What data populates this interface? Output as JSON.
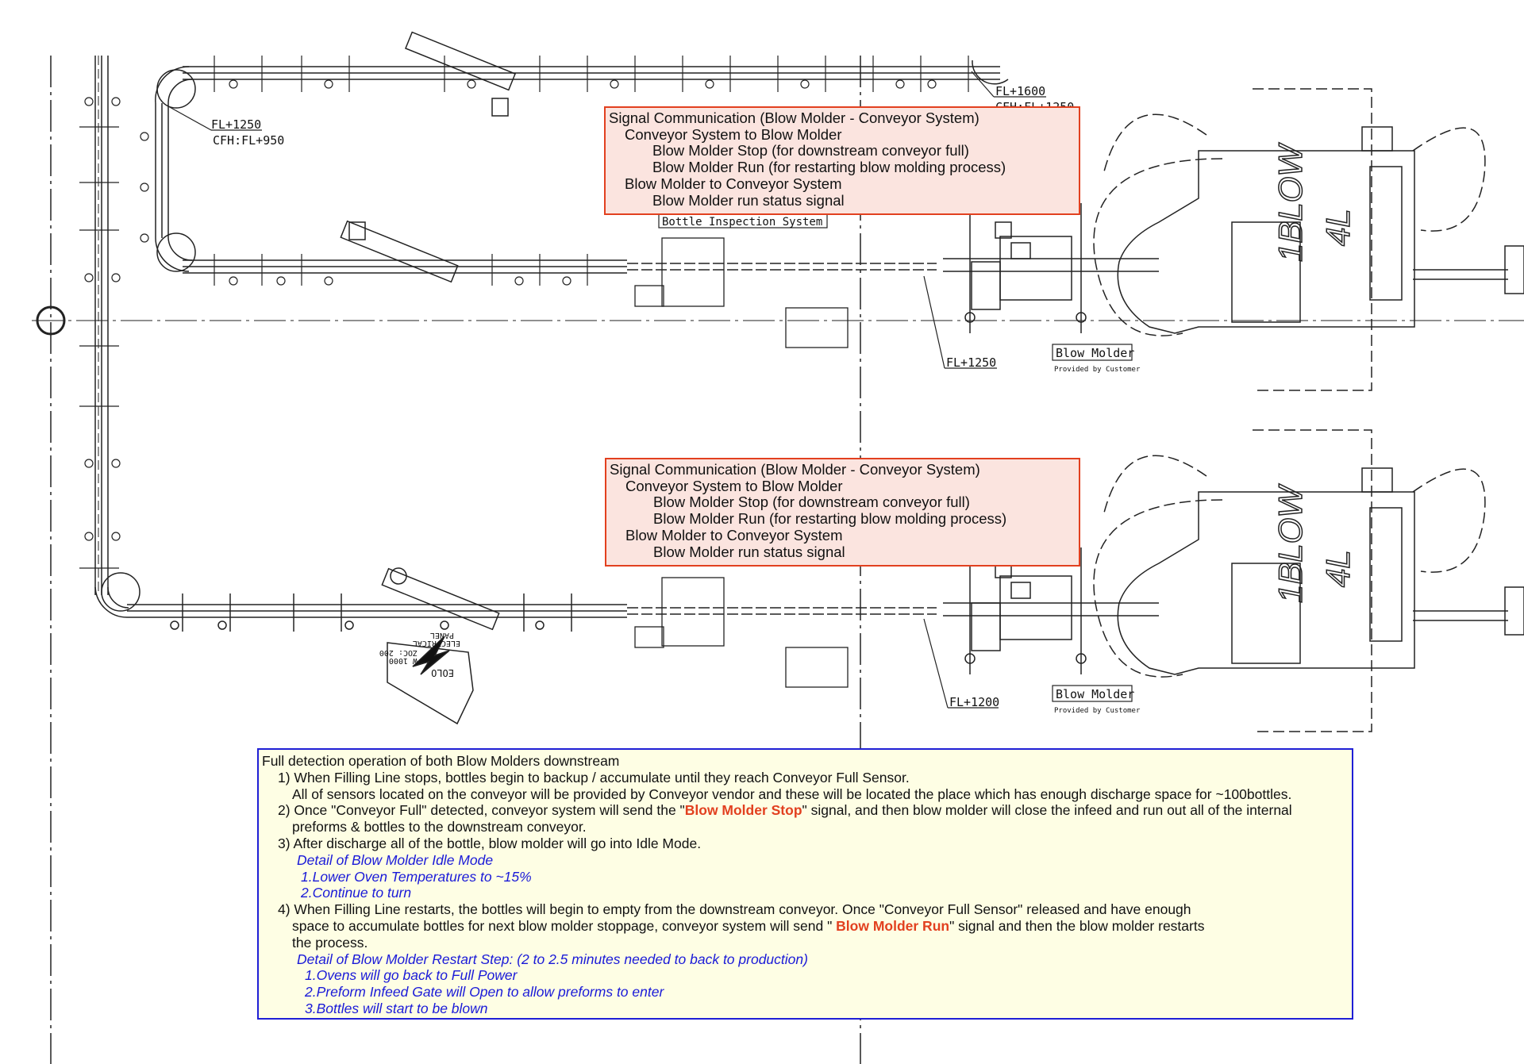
{
  "labels": {
    "fl_top_left": "FL+1250",
    "cfh_top_left": "CFH:FL+950",
    "fl_top_right": "FL+1600",
    "cfh_top_right": "CFH:FL+1250",
    "bottle_inspection": "Bottle Inspection System",
    "fl_mid_upper": "FL+1250",
    "fl_mid_lower": "FL+1200",
    "blow_molder": "Blow Molder",
    "provided_by_customer": "Provided by Customer",
    "machine_brand": "1BLOW",
    "machine_model": "4L",
    "panel_lines": [
      "EOLO",
      "PANEL",
      "ELECTRICAL",
      "ZOC: 200",
      "W 1000"
    ]
  },
  "signal_box": {
    "title": "Signal Communication (Blow Molder - Conveyor System)",
    "conveyor_to_molder": "Conveyor System to Blow Molder",
    "stop": "Blow Molder Stop (for downstream conveyor full)",
    "run": "Blow Molder Run (for restarting blow molding process)",
    "molder_to_conveyor": "Blow Molder to Conveyor System",
    "status": "Blow Molder run status signal"
  },
  "notes": {
    "title": "Full detection operation of both Blow Molders downstream",
    "s1": "1) When Filling Line stops, bottles begin to backup / accumulate until they reach Conveyor Full Sensor.",
    "s1b": "All of sensors located on the conveyor will be provided by Conveyor vendor and these will be located the place which has enough discharge space for  ~100bottles.",
    "s2a": "2) Once \"Conveyor Full\" detected, conveyor system will send the \"",
    "s2_red": "Blow Molder Stop",
    "s2b": "\" signal, and then blow molder will close the infeed and run out all of the internal",
    "s2c": "preforms & bottles to the downstream conveyor.",
    "s3": "3) After discharge all of the bottle, blow molder will go into Idle Mode.",
    "idle_title": "Detail of Blow Molder Idle Mode",
    "idle_1": "1.Lower Oven Temperatures to ~15%",
    "idle_2": "2.Continue to turn",
    "s4a": "4) When Filling Line restarts, the bottles will begin to empty from the downstream conveyor. Once \"Conveyor Full Sensor\" released and have enough",
    "s4b_pre": "space to accumulate bottles for next blow molder stoppage, conveyor system will send \" ",
    "s4_red": "Blow Molder Run",
    "s4b_post": "\" signal and then the blow molder restarts",
    "s4c": "the process.",
    "restart_title": "Detail of Blow Molder Restart Step: (2 to 2.5 minutes needed to back to production)",
    "restart_1": "1.Ovens will go back to Full Power",
    "restart_2": "2.Preform Infeed Gate will Open to allow preforms to enter",
    "restart_3": "3.Bottles will start to be blown"
  },
  "colors": {
    "signal_border": "#e2401f",
    "signal_fill": "#fbe4df",
    "notes_border": "#1f1fd6",
    "notes_fill": "#fefee4",
    "emphasis_red": "#e2401f",
    "detail_blue": "#1a1ad8"
  }
}
